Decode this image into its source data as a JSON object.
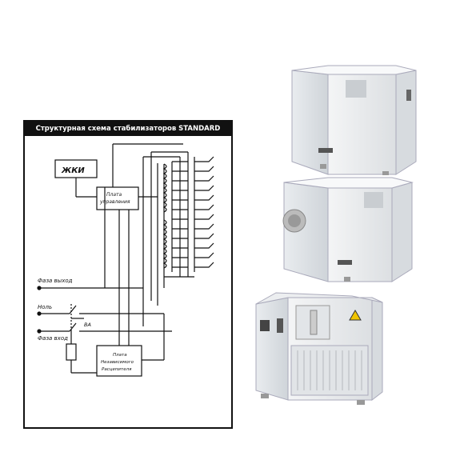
{
  "diagram": {
    "title": "Структурная схема стабилизаторов STANDARD",
    "labels": {
      "lcd": "ЖКИ",
      "control_board_1": "Плата",
      "control_board_2": "управления",
      "phase_out": "Фаза выход",
      "neutral": "Ноль",
      "breaker": "ВА",
      "phase_in": "Фаза вход",
      "indep_board_1": "Плата",
      "indep_board_2": "Независимого",
      "indep_board_3": "Расцепителя"
    }
  },
  "products": [
    {
      "name": "wall-mounted stabilizer large"
    },
    {
      "name": "wall-mounted stabilizer with fan"
    },
    {
      "name": "floor-standing stabilizer cabinet"
    }
  ]
}
